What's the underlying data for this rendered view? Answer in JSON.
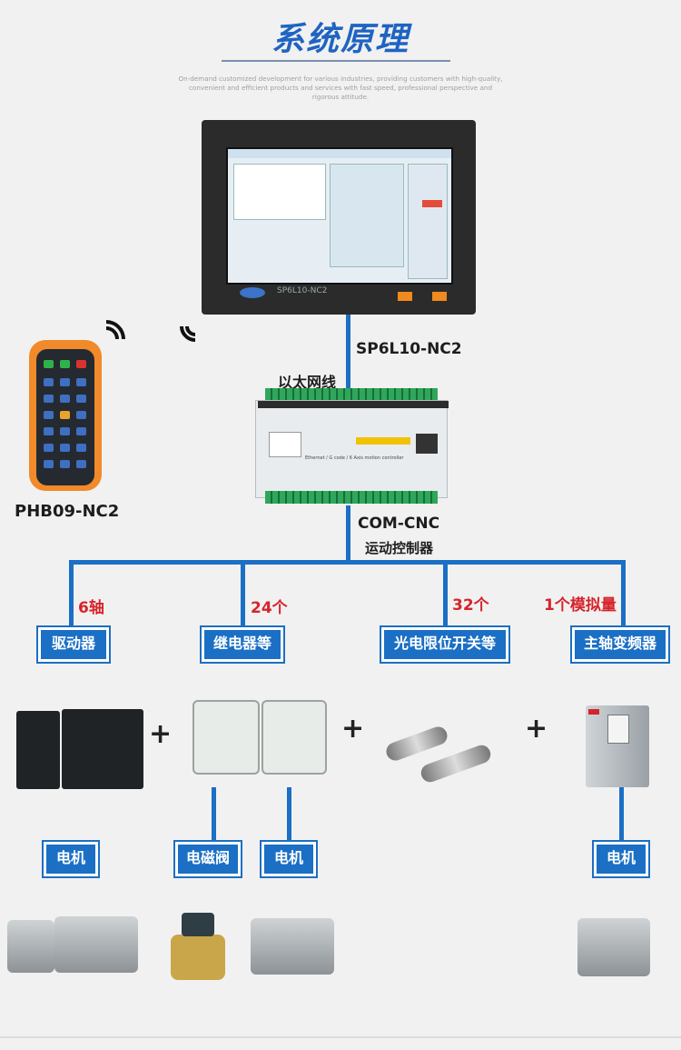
{
  "title": "系统原理",
  "subtitle": "On-demand customized development for various industries, providing customers with high-quality, convenient and efficient products and services with fast speed, professional perspective and rigorous attitude.",
  "monitor": {
    "model_label": "SP6L10-NC2",
    "bezel_text": "SP6L10-NC2"
  },
  "link_label": "以太网线",
  "handheld": {
    "label": "PHB09-NC2"
  },
  "controller": {
    "model": "COM-CNC",
    "name": "运动控制器",
    "faceplate": "Ethernet / G code / 6 Axis motion controller"
  },
  "branches": [
    {
      "count": "6轴",
      "label": "驱动器"
    },
    {
      "count": "24个",
      "label": "继电器等"
    },
    {
      "count": "32个",
      "label": "光电限位开关等"
    },
    {
      "count": "1个模拟量",
      "label": "主轴变频器"
    }
  ],
  "plus": "+",
  "outputs": [
    {
      "label": "电机"
    },
    {
      "label": "电磁阀"
    },
    {
      "label": "电机"
    },
    {
      "label": "电机"
    }
  ]
}
